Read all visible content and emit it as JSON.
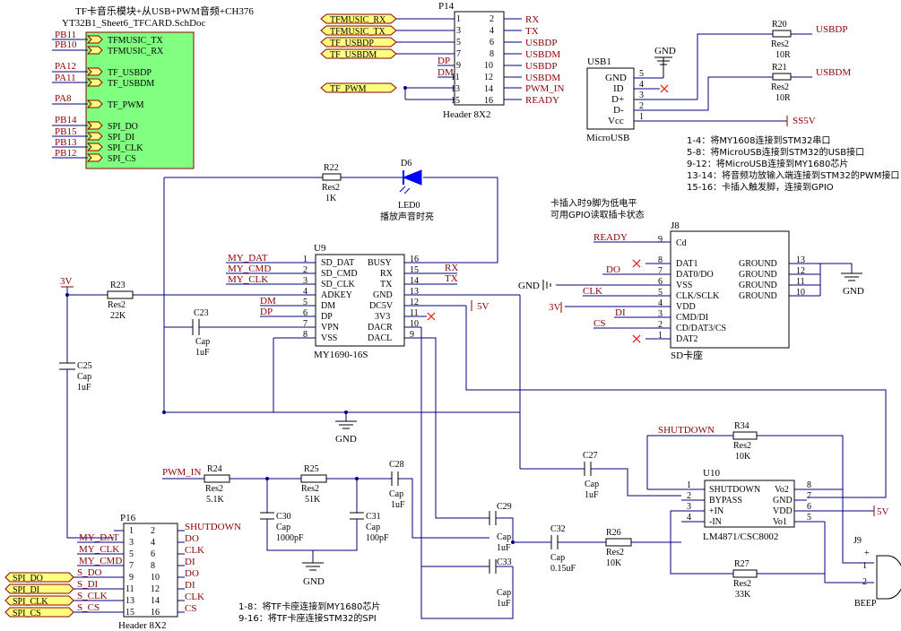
{
  "header": {
    "line1": "TF卡音乐模块+从USB+PWM音频+CH376",
    "line2": "YT32B1_Sheet6_TFCARD.SchDoc"
  },
  "sheet_block": {
    "ext_pins": [
      "PB11",
      "PB10",
      "PA12",
      "PA11",
      "PA8",
      "PB14",
      "PB15",
      "PB13",
      "PB12"
    ],
    "ports": [
      "TFMUSIC_TX",
      "TFMUSIC_RX",
      "TF_USBDP",
      "TF_USBDM",
      "TF_PWM",
      "SPI_DO",
      "SPI_DI",
      "SPI_CLK",
      "SPI_CS"
    ]
  },
  "p14": {
    "ref": "P14",
    "name": "Header 8X2",
    "ports": [
      "TFMUSIC_RX",
      "TFMUSIC_TX",
      "TF_USBDP",
      "TF_USBDM",
      "TF_PWM"
    ],
    "left_nets": [
      "DP",
      "DM"
    ],
    "pins_left": [
      "1",
      "3",
      "5",
      "7",
      "9",
      "11",
      "13",
      "15"
    ],
    "pins_right": [
      "2",
      "4",
      "6",
      "8",
      "10",
      "12",
      "14",
      "16"
    ],
    "right_nets": [
      "RX",
      "TX",
      "USBDP",
      "USBDM",
      "USBDP",
      "USBDM",
      "PWM_IN",
      "READY"
    ]
  },
  "usb": {
    "ref": "USB1",
    "name": "MicroUSB",
    "gnd": "GND",
    "pins": [
      "GND",
      "ID",
      "D+",
      "D-",
      "Vcc"
    ],
    "nums": [
      "5",
      "4",
      "3",
      "2",
      "1"
    ],
    "r20": {
      "ref": "R20",
      "type": "Res2",
      "val": "10R",
      "net": "USBDP"
    },
    "r21": {
      "ref": "R21",
      "type": "Res2",
      "val": "10R",
      "net": "USBDM"
    },
    "ss5v": "SS5V"
  },
  "notes": [
    "1-4：将MY1608连接到STM32串口",
    "5-8：将MicroUSB连接到STM32的USB接口",
    "9-12：将MicroUSB连接到MY1680芯片",
    "13-14：将音频功放输入端连接到STM32的PWM接口",
    "15-16：卡插入触发脚，连接到GPIO"
  ],
  "card_note": [
    "卡插入时9脚为低电平",
    "可用GPIO读取插卡状态"
  ],
  "led": {
    "ref": "D6",
    "name": "LED0",
    "desc": "播放声音时亮"
  },
  "r22": {
    "ref": "R22",
    "type": "Res2",
    "val": "1K"
  },
  "r23": {
    "ref": "R23",
    "type": "Res2",
    "val": "22K"
  },
  "v3": "3V",
  "u9": {
    "ref": "U9",
    "name": "MY1690-16S",
    "left_nets": [
      "MY_DAT",
      "MY_CMD",
      "MY_CLK",
      "",
      "DM",
      "DP",
      "",
      ""
    ],
    "pins_left": [
      "SD_DAT",
      "SD_CMD",
      "SD_CLK",
      "ADKEY",
      "DM",
      "DP",
      "VPN",
      "VSS"
    ],
    "nums_left": [
      "1",
      "2",
      "3",
      "4",
      "5",
      "6",
      "7",
      "8"
    ],
    "pins_right": [
      "BUSY",
      "RX",
      "TX",
      "GND",
      "DC5V",
      "3V3",
      "DACR",
      "DACL"
    ],
    "nums_right": [
      "16",
      "15",
      "14",
      "13",
      "12",
      "11",
      "10",
      "9"
    ],
    "right_nets": [
      "",
      "RX",
      "TX",
      "",
      "5V",
      "",
      "",
      ""
    ]
  },
  "c23": {
    "ref": "C23",
    "type": "Cap",
    "val": "1uF"
  },
  "c25": {
    "ref": "C25",
    "type": "Cap",
    "val": "1uF"
  },
  "gnd": "GND",
  "j8": {
    "ref": "J8",
    "name": "SD卡座",
    "left_nets": [
      "READY",
      "",
      "DO",
      "GND",
      "CLK",
      "3V",
      "DI",
      "CS",
      ""
    ],
    "nums_left": [
      "9",
      "8",
      "7",
      "6",
      "5",
      "4",
      "3",
      "2",
      "1"
    ],
    "pins_left": [
      "Cd",
      "DAT1",
      "DAT0/DO",
      "VSS",
      "CLK/SCLK",
      "VDD",
      "CMD/DI",
      "CD/DAT3/CS",
      "DAT2"
    ],
    "pins_right": [
      "GROUND",
      "GROUND",
      "GROUND",
      "GROUND"
    ],
    "nums_right": [
      "13",
      "12",
      "11",
      "10"
    ]
  },
  "bottom": {
    "pwm_in": "PWM_IN",
    "r24": {
      "ref": "R24",
      "type": "Res2",
      "val": "5.1K"
    },
    "r25": {
      "ref": "R25",
      "type": "Res2",
      "val": "51K"
    },
    "c28": {
      "ref": "C28",
      "type": "Cap",
      "val": "1uF"
    },
    "c30": {
      "ref": "C30",
      "type": "Cap",
      "val": "1000pF"
    },
    "c31": {
      "ref": "C31",
      "type": "Cap",
      "val": "100pF"
    },
    "c27": {
      "ref": "C27",
      "type": "Cap",
      "val": "1uF"
    },
    "c29": {
      "ref": "C29",
      "type": "Cap",
      "val": "1uF"
    },
    "c33": {
      "ref": "C33",
      "type": "Cap",
      "val": "1uF"
    },
    "c32": {
      "ref": "C32",
      "type": "Cap",
      "val": "0.15uF"
    },
    "r26": {
      "ref": "R26",
      "type": "Res2",
      "val": "10K"
    },
    "r27": {
      "ref": "R27",
      "type": "Res2",
      "val": "33K"
    },
    "r34": {
      "ref": "R34",
      "type": "Res2",
      "val": "10K"
    },
    "shutdown": "SHUTDOWN",
    "v5": "5V"
  },
  "u10": {
    "ref": "U10",
    "name": "LM4871/CSC8002",
    "pins_left": [
      "SHUTDOWN",
      "BYPASS",
      "+IN",
      "-IN"
    ],
    "nums_left": [
      "1",
      "2",
      "3",
      "4"
    ],
    "pins_right": [
      "Vo2",
      "GND",
      "VDD",
      "Vo1"
    ],
    "nums_right": [
      "8",
      "7",
      "6",
      "5"
    ]
  },
  "j9": {
    "ref": "J9",
    "name": "BEEP",
    "pin1": "1",
    "pin2": "2",
    "plus": "+"
  },
  "p16": {
    "ref": "P16",
    "name": "Header 8X2",
    "left_nets": [
      "MY_DAT",
      "MY_CLK",
      "MY_CMD",
      "S_DO",
      "S_DI",
      "S_CLK",
      "S_CS"
    ],
    "ports": [
      "SPI_DO",
      "SPI_DI",
      "SPI_CLK",
      "SPI_CS"
    ],
    "pins_left": [
      "1",
      "3",
      "5",
      "7",
      "9",
      "11",
      "13",
      "15"
    ],
    "pins_right": [
      "2",
      "4",
      "6",
      "8",
      "10",
      "12",
      "14",
      "16"
    ],
    "right_nets": [
      "SHUTDOWN",
      "DO",
      "CLK",
      "DI",
      "DO",
      "DI",
      "CLK",
      "CS"
    ]
  },
  "p16_notes": [
    "1-8：将TF卡座连接到MY1680芯片",
    "9-16：将TF卡座连接STM32的SPI"
  ]
}
